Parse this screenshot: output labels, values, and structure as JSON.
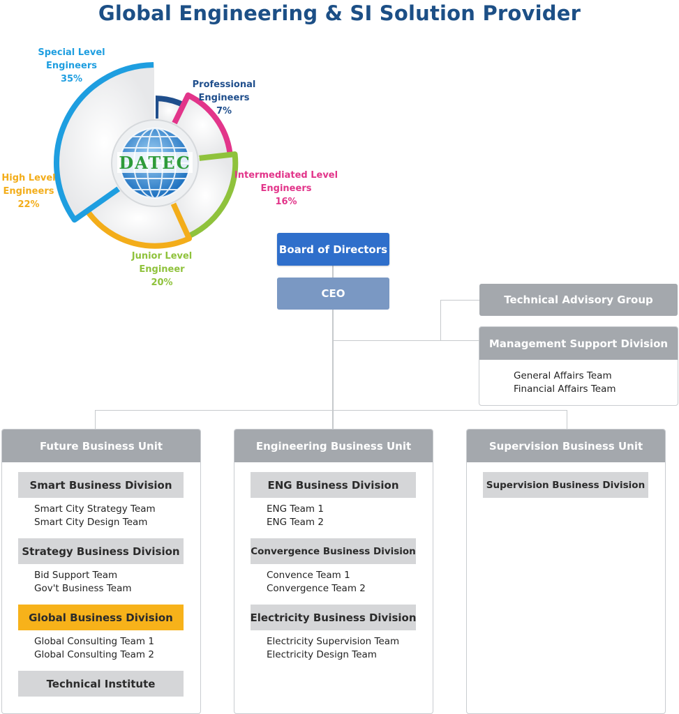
{
  "title": "Global Engineering & SI Solution Provider",
  "pie": {
    "center_logo": "DATEC",
    "segments": [
      {
        "name": "Special Level Engineers",
        "line1": "Special Level",
        "line2": "Engineers",
        "percent": "35%",
        "value": 35,
        "color": "#1e9ee0"
      },
      {
        "name": "Professional Engineers",
        "line1": "Professional",
        "line2": "Engineers",
        "percent": "7%",
        "value": 7,
        "color": "#1f4e8c"
      },
      {
        "name": "Intermediated Level Engineers",
        "line1": "Intermediated Level",
        "line2": "Engineers",
        "percent": "16%",
        "value": 16,
        "color": "#e2358a"
      },
      {
        "name": "Junior Level Engineer",
        "line1": "Junior Level",
        "line2": "Engineer",
        "percent": "20%",
        "value": 20,
        "color": "#8fc23c"
      },
      {
        "name": "High Level Engineers",
        "line1": "High Level",
        "line2": "Engineers",
        "percent": "22%",
        "value": 22,
        "color": "#f3ad1a"
      }
    ]
  },
  "org": {
    "board": "Board of Directors",
    "ceo": "CEO",
    "advisory": "Technical Advisory Group",
    "management": {
      "title": "Management Support Division",
      "teams": [
        "General Affairs Team",
        "Financial Affairs Team"
      ]
    },
    "units": [
      {
        "title": "Future Business Unit",
        "divisions": [
          {
            "name": "Smart Business Division",
            "teams": [
              "Smart City Strategy Team",
              "Smart City Design Team"
            ]
          },
          {
            "name": "Strategy Business Division",
            "teams": [
              "Bid Support Team",
              "Gov't Business Team"
            ]
          },
          {
            "name": "Global Business Division",
            "teams": [
              "Global Consulting Team 1",
              "Global Consulting Team 2"
            ]
          },
          {
            "name": "Technical Institute",
            "teams": []
          }
        ]
      },
      {
        "title": "Engineering Business Unit",
        "divisions": [
          {
            "name": "ENG Business Division",
            "teams": [
              "ENG Team 1",
              "ENG Team 2"
            ]
          },
          {
            "name": "Convergence Business Division",
            "teams": [
              "Convence Team 1",
              "Convergence Team 2"
            ]
          },
          {
            "name": "Electricity Business Division",
            "teams": [
              "Electricity Supervision Team",
              "Electricity Design Team"
            ]
          }
        ]
      },
      {
        "title": "Supervision Business Unit",
        "divisions": [
          {
            "name": "Supervision Business Division",
            "teams": []
          }
        ]
      }
    ]
  }
}
